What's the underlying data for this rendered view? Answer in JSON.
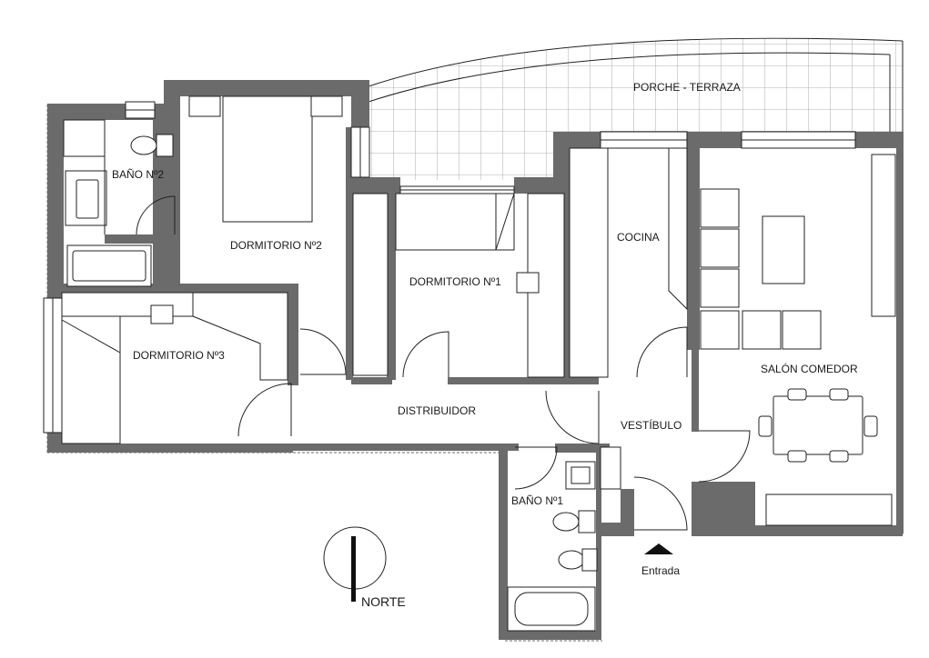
{
  "rooms": {
    "terrace": "PORCHE - TERRAZA",
    "bath2": "BAÑO Nº2",
    "bed2": "DORMITORIO Nº2",
    "bed1": "DORMITORIO Nº1",
    "kitchen": "COCINA",
    "bed3": "DORMITORIO Nº3",
    "living": "SALÓN COMEDOR",
    "hall": "DISTRIBUIDOR",
    "lobby": "VESTÍBULO",
    "bath1": "BAÑO Nº1"
  },
  "entrance_label": "Entrada",
  "north_label": "NORTE"
}
